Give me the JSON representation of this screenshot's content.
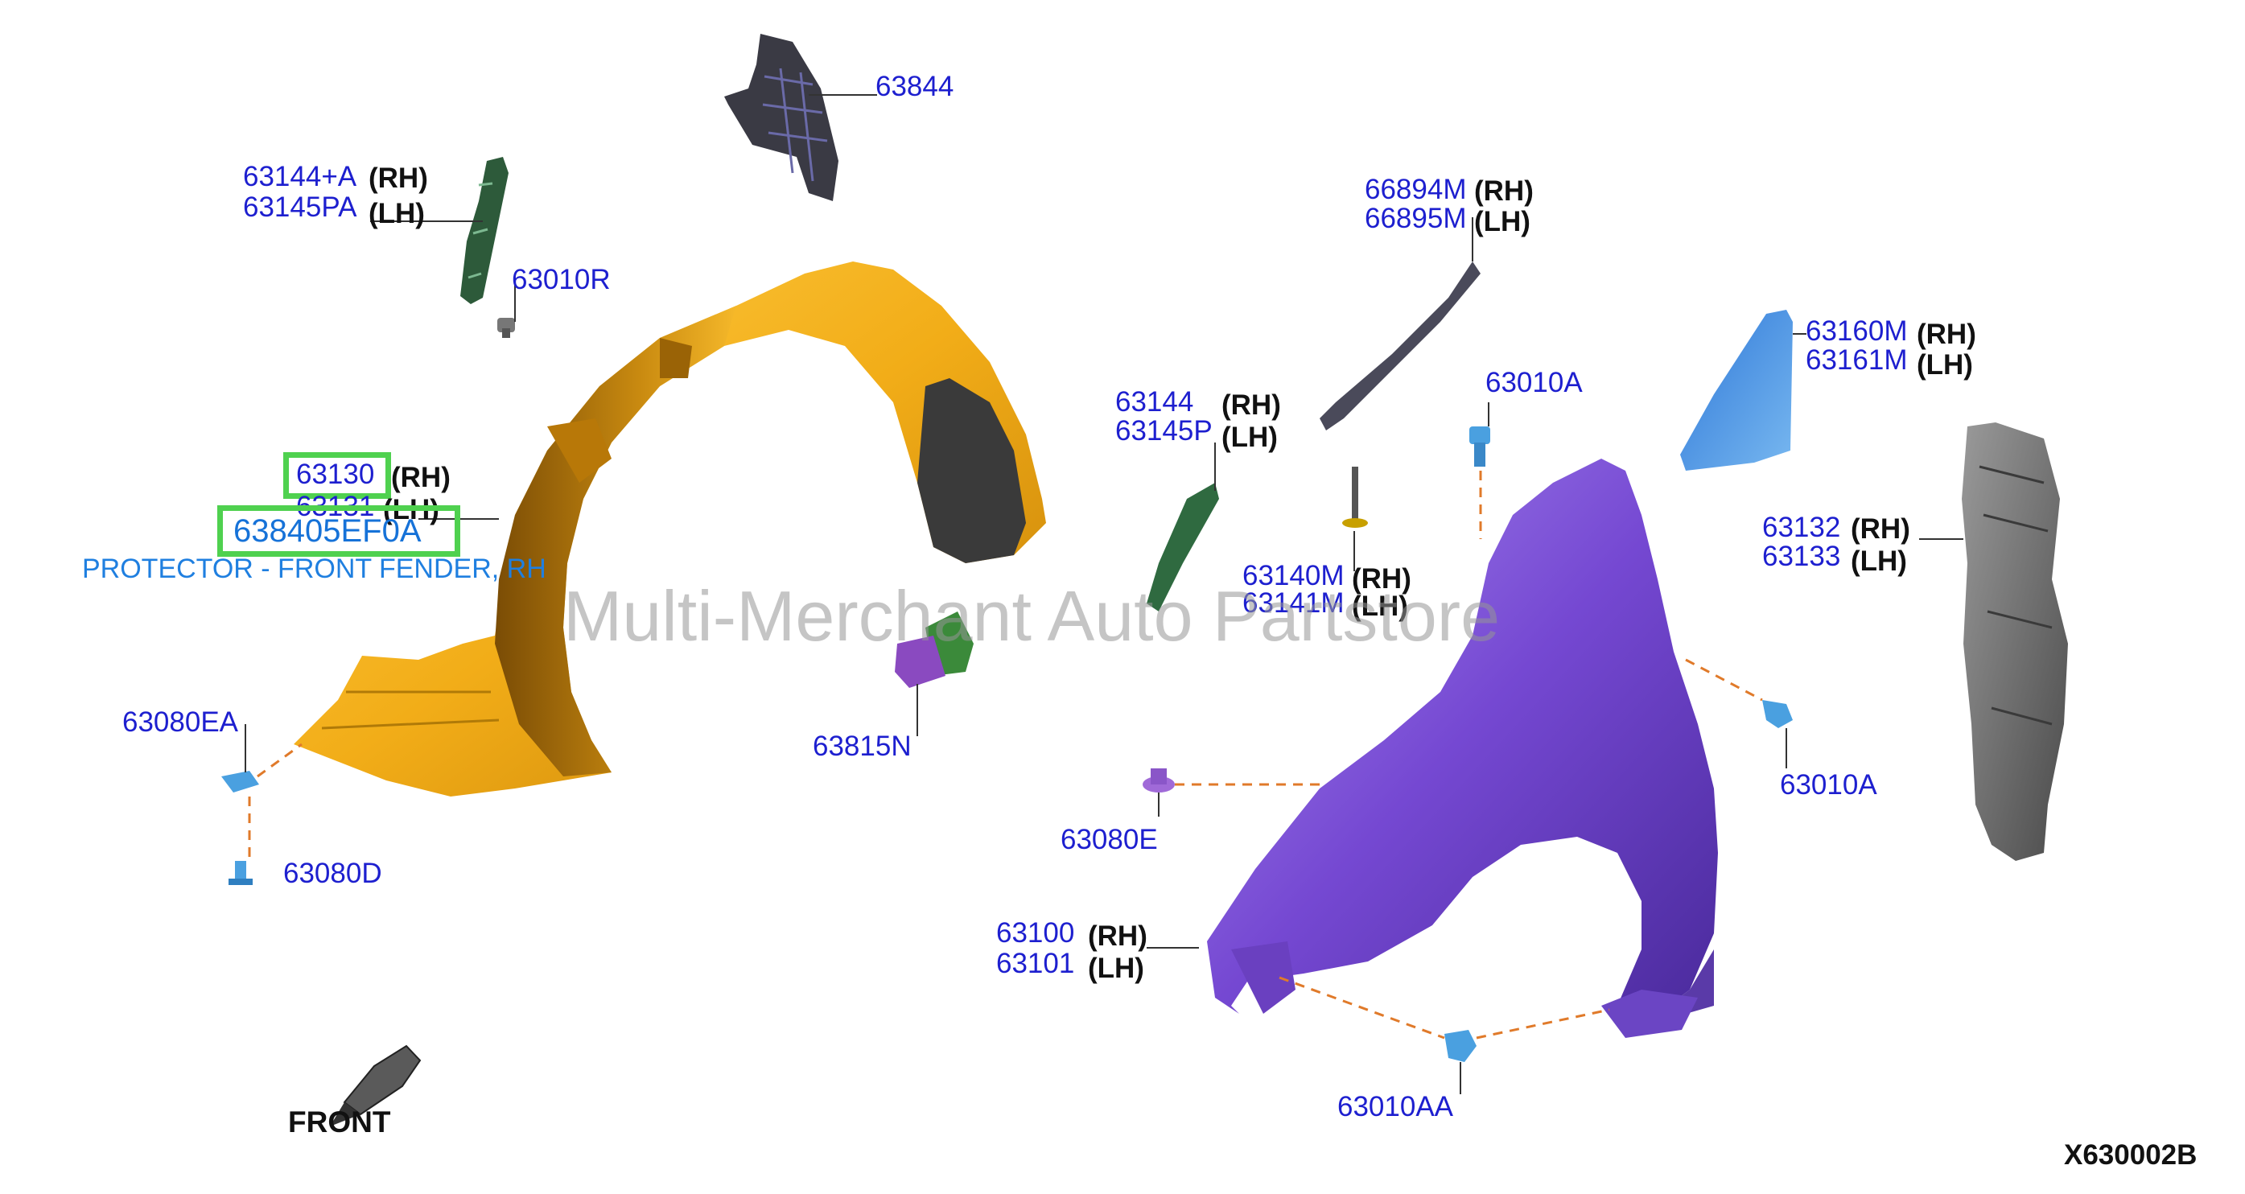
{
  "labels": {
    "p63844": "63844",
    "p63144a": "63144+A",
    "p63145pa": "63145PA",
    "p63010r": "63010R",
    "p63130": "63130",
    "p63131": "63131",
    "p638405": "638405EF0A",
    "p63080ea": "63080EA",
    "p63080d": "63080D",
    "p63815n": "63815N",
    "p66894m": "66894M",
    "p66895m": "66895M",
    "p63160m": "63160M",
    "p63161m": "63161M",
    "p63010a_top": "63010A",
    "p63144": "63144",
    "p63145p": "63145P",
    "p63140m": "63140M",
    "p63141m": "63141M",
    "p63132": "63132",
    "p63133": "63133",
    "p63010a_right": "63010A",
    "p63080e": "63080E",
    "p63100": "63100",
    "p63101": "63101",
    "p63010aa": "63010AA"
  },
  "sides": {
    "rh": "(RH)",
    "lh": "(LH)"
  },
  "description": "PROTECTOR - FRONT FENDER, RH",
  "watermark": "Multi-Merchant Auto Partstore",
  "front_label": "FRONT",
  "diagram_code": "X630002B",
  "colors": {
    "label_blue": "#1d1fcf",
    "highlight_green": "#4fd14f",
    "liner_yellow": "#f0b21a",
    "fender_purple": "#7a4fd6",
    "bracket_green": "#3f7a4a",
    "trim_blue": "#3f8de0",
    "gray_part": "#6b6b6b",
    "leader_orange": "#e07a2a"
  }
}
